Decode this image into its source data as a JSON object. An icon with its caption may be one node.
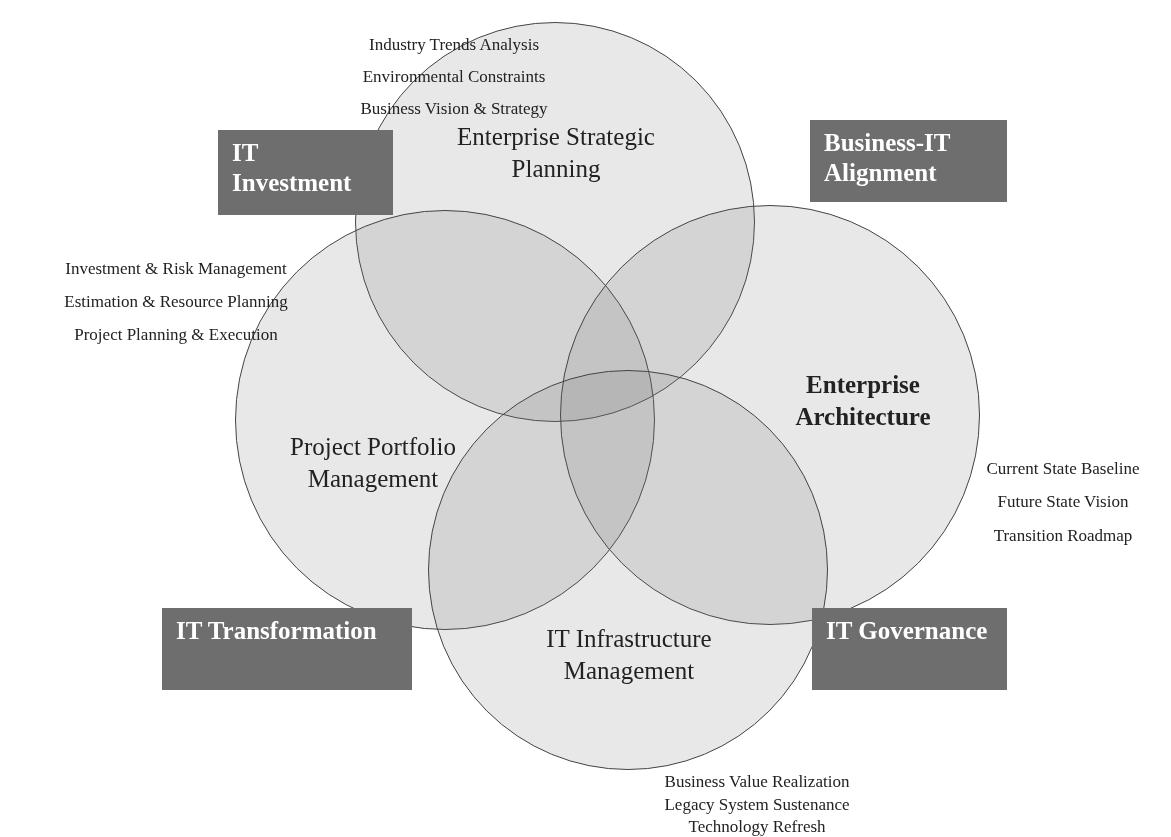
{
  "diagram": {
    "nodes": [
      {
        "text": [
          "Industry Trends Analysis",
          "Environmental Constraints",
          "Business Vision & Strategy",
          "Enterprise Strategic Planning"
        ]
      },
      {
        "text": [
          "IT Investment"
        ]
      },
      {
        "text": [
          "Business-IT Alignment"
        ]
      },
      {
        "text": [
          "Project Portfolio Management"
        ],
        "beside": [
          "Investment & Risk Management",
          "Estimation & Resource Planning",
          "Project Planning & Execution"
        ]
      },
      {
        "text": [
          "Enterprise Architecture"
        ],
        "beside": [
          "Current State Baseline",
          "Future State Vision",
          "Transition Roadmap"
        ]
      },
      {
        "text": [
          "IT Infrastructure Management"
        ],
        "beside": [
          "Business Value Realization",
          "Legacy System Sustenance",
          "Technology Refresh"
        ]
      },
      {
        "text": [
          "IT Transformation"
        ]
      },
      {
        "text": [
          "IT Governance"
        ]
      }
    ]
  }
}
